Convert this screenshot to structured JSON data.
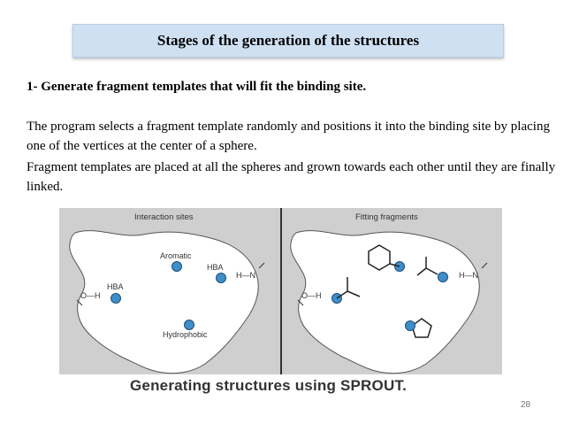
{
  "slide": {
    "title": "Stages of the generation of the structures",
    "heading": "1- Generate fragment templates that will fit the binding site.",
    "paragraph1": "The program selects a fragment template randomly and positions it into the binding site by placing one of the vertices at the center of a sphere.",
    "paragraph2": "Fragment templates are placed at all the spheres and grown towards each other until they are finally linked.",
    "page_number": "28"
  },
  "figure": {
    "left_panel_title": "Interaction sites",
    "right_panel_title": "Fitting fragments",
    "labels": {
      "aromatic": "Aromatic",
      "hba_left": "HBA",
      "hba_right": "HBA",
      "hydrophobic": "Hydrophobic",
      "oh_left": "O—H",
      "nh_left": "H—N",
      "oh_right": "O—H",
      "nh_right": "H—N"
    },
    "caption": "Generating structures using SPROUT.",
    "colors": {
      "background": "#cfcfcf",
      "pocket": "#ffffff",
      "sphere": "#3d8ec9",
      "sphere_edge": "#1f4e79"
    }
  }
}
